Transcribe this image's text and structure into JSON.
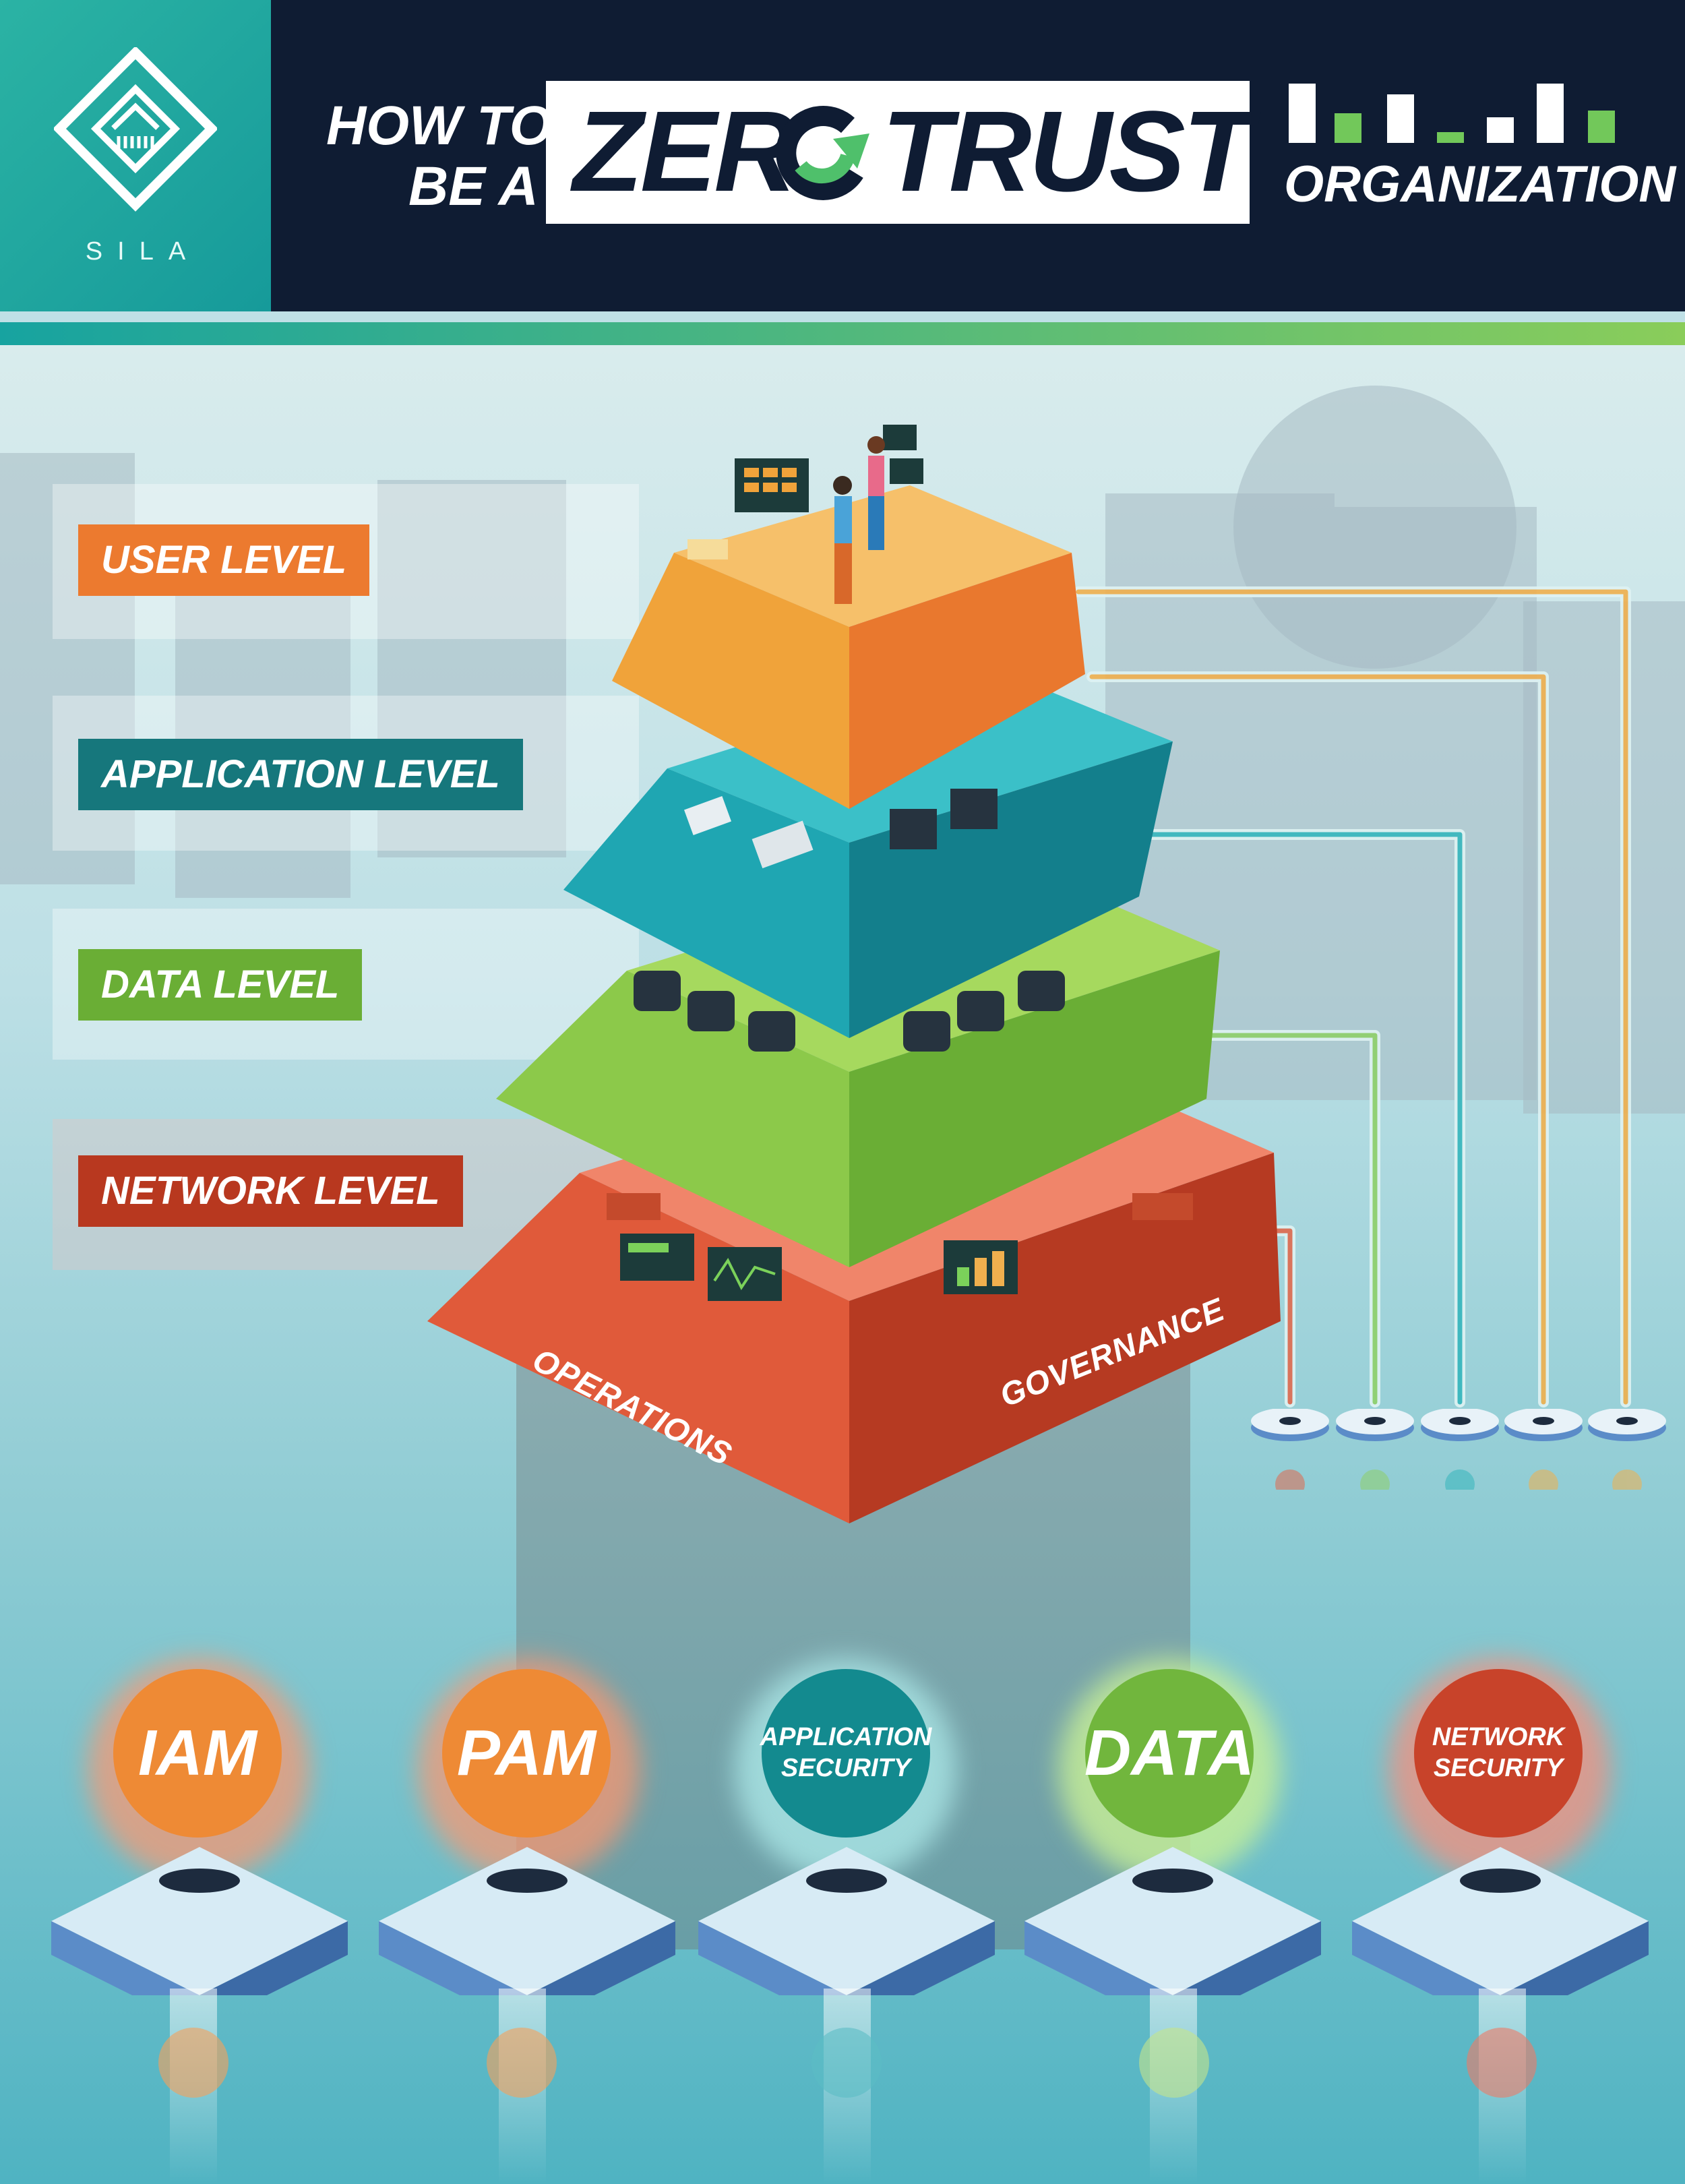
{
  "brand": {
    "name": "SILA",
    "logo_icon": "sila-diamond-logo"
  },
  "header": {
    "line1": "HOW TO",
    "line2": "BE A",
    "title_part1": "ZER",
    "title_part2": "TRUST",
    "title_icon": "refresh-arrow-icon",
    "subtitle": "ORGANIZATION",
    "bars_icon": "bar-level-icon"
  },
  "levels": [
    {
      "label": "USER LEVEL",
      "color": "#ec7a2f"
    },
    {
      "label": "APPLICATION LEVEL",
      "color": "#16777c"
    },
    {
      "label": "DATA LEVEL",
      "color": "#6aae35"
    },
    {
      "label": "NETWORK LEVEL",
      "color": "#b8381f"
    }
  ],
  "pyramid": {
    "face_left_label": "OPERATIONS",
    "face_right_label": "GOVERNANCE",
    "tier_colors": [
      "#f0a33a",
      "#1fa6b2",
      "#86c840",
      "#e05a3a"
    ]
  },
  "services": [
    {
      "label": "IAM",
      "color": "#ee8a35",
      "size": "big"
    },
    {
      "label": "PAM",
      "color": "#ee8a35",
      "size": "big"
    },
    {
      "label": "APPLICATION SECURITY",
      "color": "#138a8f",
      "size": "small"
    },
    {
      "label": "DATA",
      "color": "#71b63d",
      "size": "big"
    },
    {
      "label": "NETWORK SECURITY",
      "color": "#c8432a",
      "size": "small"
    }
  ],
  "connector_colors": [
    "#e06a4f",
    "#8fd06a",
    "#36b6bd",
    "#f0b04e",
    "#f0b04e"
  ]
}
